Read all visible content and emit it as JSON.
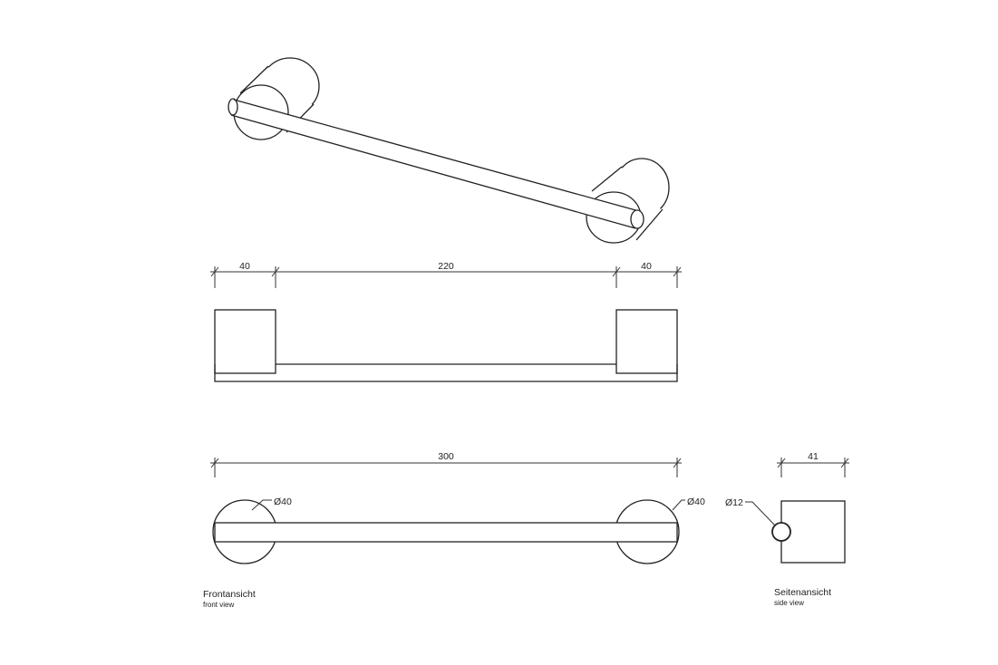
{
  "top_view": {
    "dimensions": [
      "40",
      "220",
      "40"
    ]
  },
  "front_view": {
    "overall_dimension": "300",
    "left_diameter": "Ø40",
    "right_diameter": "Ø40",
    "label": "Frontansicht",
    "sublabel": "front view"
  },
  "side_view": {
    "width_dimension": "41",
    "bar_diameter": "Ø12",
    "label": "Seitenansicht",
    "sublabel": "side view"
  }
}
